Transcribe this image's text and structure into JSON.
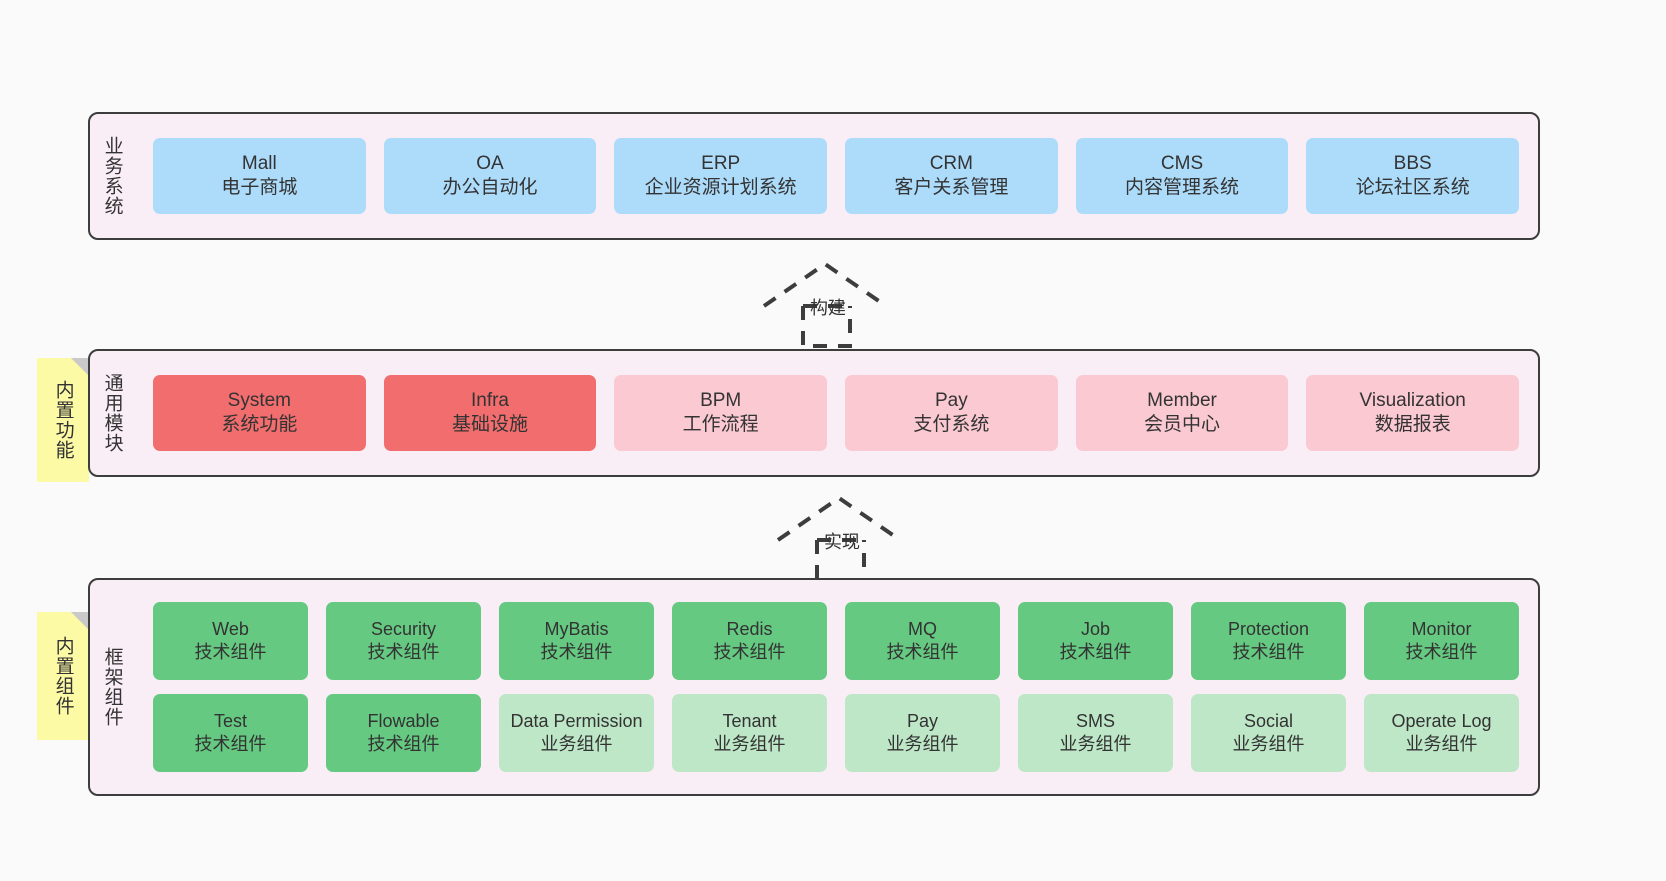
{
  "diagram": {
    "title": "ruoyi-vue-pro architecture layers",
    "background": "#fafafa"
  },
  "colors": {
    "layer_bg": "#FAEEF6",
    "layer_border": "#3d3d3d",
    "business_box": "#ADDCFB",
    "module_active": "#F26D6D",
    "module_plain": "#FBC9D2",
    "tech_component": "#65C981",
    "biz_component": "#BEE7C8",
    "note_bg": "#FCFAA5",
    "note_fold": "#c9c9c9"
  },
  "layers": {
    "business": {
      "title": "业务系统",
      "items": [
        {
          "en": "Mall",
          "cn": "电子商城"
        },
        {
          "en": "OA",
          "cn": "办公自动化"
        },
        {
          "en": "ERP",
          "cn": "企业资源计划系统"
        },
        {
          "en": "CRM",
          "cn": "客户关系管理"
        },
        {
          "en": "CMS",
          "cn": "内容管理系统"
        },
        {
          "en": "BBS",
          "cn": "论坛社区系统"
        }
      ]
    },
    "modules": {
      "title": "通用模块",
      "note": "内置功能",
      "items": [
        {
          "en": "System",
          "cn": "系统功能",
          "variant": "c-red"
        },
        {
          "en": "Infra",
          "cn": "基础设施",
          "variant": "c-red"
        },
        {
          "en": "BPM",
          "cn": "工作流程",
          "variant": "c-pink"
        },
        {
          "en": "Pay",
          "cn": "支付系统",
          "variant": "c-pink"
        },
        {
          "en": "Member",
          "cn": "会员中心",
          "variant": "c-pink"
        },
        {
          "en": "Visualization",
          "cn": "数据报表",
          "variant": "c-pink"
        }
      ]
    },
    "framework": {
      "title": "框架组件",
      "note": "内置组件",
      "row1": [
        {
          "en": "Web",
          "cn": "技术组件"
        },
        {
          "en": "Security",
          "cn": "技术组件"
        },
        {
          "en": "MyBatis",
          "cn": "技术组件"
        },
        {
          "en": "Redis",
          "cn": "技术组件"
        },
        {
          "en": "MQ",
          "cn": "技术组件"
        },
        {
          "en": "Job",
          "cn": "技术组件"
        },
        {
          "en": "Protection",
          "cn": "技术组件"
        },
        {
          "en": "Monitor",
          "cn": "技术组件"
        }
      ],
      "row2": [
        {
          "en": "Test",
          "cn": "技术组件",
          "variant": "c-green"
        },
        {
          "en": "Flowable",
          "cn": "技术组件",
          "variant": "c-green"
        },
        {
          "en": "Data Permission",
          "cn": "业务组件",
          "variant": "c-green-l"
        },
        {
          "en": "Tenant",
          "cn": "业务组件",
          "variant": "c-green-l"
        },
        {
          "en": "Pay",
          "cn": "业务组件",
          "variant": "c-green-l"
        },
        {
          "en": "SMS",
          "cn": "业务组件",
          "variant": "c-green-l"
        },
        {
          "en": "Social",
          "cn": "业务组件",
          "variant": "c-green-l"
        },
        {
          "en": "Operate Log",
          "cn": "业务组件",
          "variant": "c-green-l"
        }
      ]
    }
  },
  "connectors": [
    {
      "id": "build",
      "label": "构建",
      "from": "通用模块",
      "to": "业务系统"
    },
    {
      "id": "implement",
      "label": "实现",
      "from": "框架组件",
      "to": "通用模块"
    }
  ]
}
